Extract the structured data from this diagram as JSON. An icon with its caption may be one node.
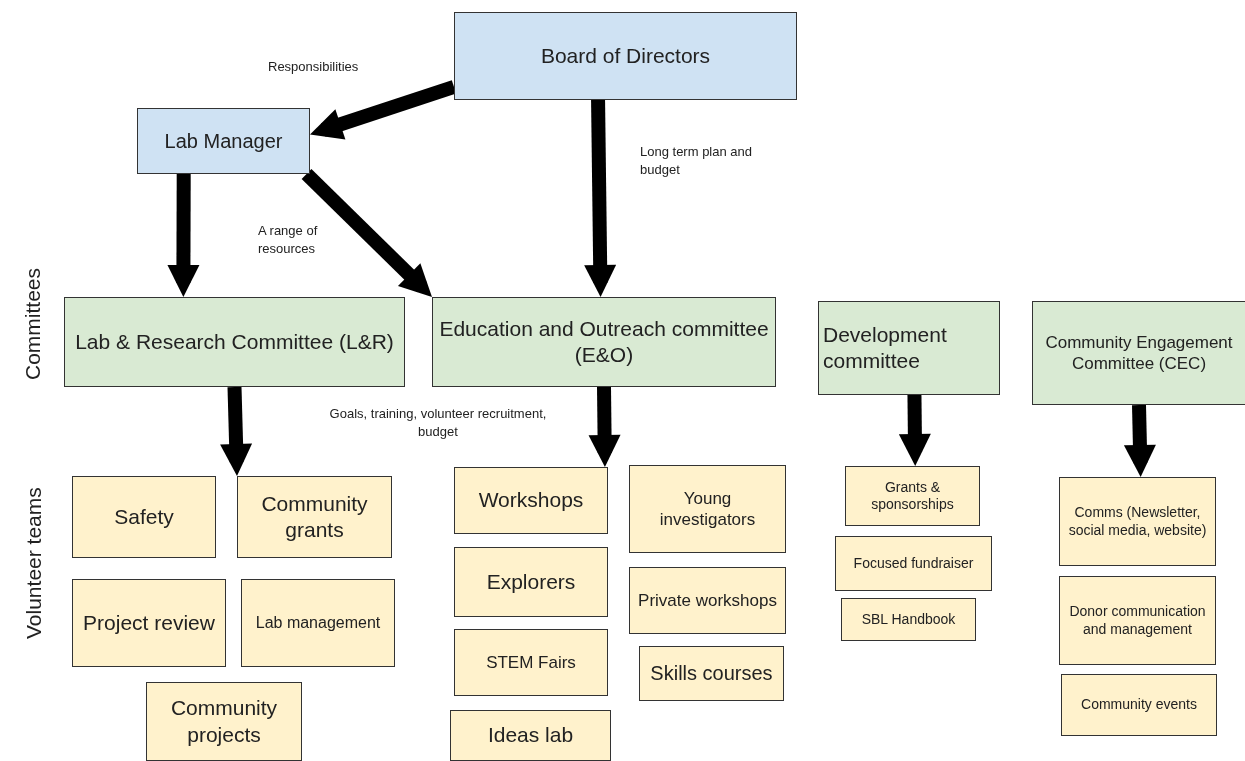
{
  "diagram": {
    "nodes": [
      {
        "text": [
          "Board of Directors"
        ]
      },
      {
        "text": [
          "Lab Manager"
        ]
      },
      {
        "text": [
          "Lab & Research Committee (L&R)"
        ]
      },
      {
        "text": [
          "Education and Outreach committee (E&O)"
        ]
      },
      {
        "text": [
          "Development committee"
        ]
      },
      {
        "text": [
          "Community Engagement Committee (CEC)"
        ]
      },
      {
        "text": [
          "Safety"
        ]
      },
      {
        "text": [
          "Community grants"
        ]
      },
      {
        "text": [
          "Project review"
        ]
      },
      {
        "text": [
          "Lab management"
        ]
      },
      {
        "text": [
          "Community projects"
        ]
      },
      {
        "text": [
          "Workshops"
        ]
      },
      {
        "text": [
          "Young investigators"
        ]
      },
      {
        "text": [
          "Explorers"
        ]
      },
      {
        "text": [
          "Private workshops"
        ]
      },
      {
        "text": [
          "STEM Fairs"
        ]
      },
      {
        "text": [
          "Skills courses"
        ]
      },
      {
        "text": [
          "Ideas lab"
        ]
      },
      {
        "text": [
          "Grants & sponsorships"
        ]
      },
      {
        "text": [
          "Focused fundraiser"
        ]
      },
      {
        "text": [
          "SBL Handbook"
        ]
      },
      {
        "text": [
          "Comms (Newsletter, social media, website)"
        ]
      },
      {
        "text": [
          "Donor communication and management"
        ]
      },
      {
        "text": [
          "Community events"
        ]
      }
    ],
    "edges": [
      {
        "from": 0,
        "to": 1,
        "arrow": "to",
        "label": "Responsibilities"
      },
      {
        "from": 0,
        "to": 3,
        "arrow": "to",
        "label": "Long term plan and budget"
      },
      {
        "from": 1,
        "to": 2,
        "arrow": "to"
      },
      {
        "from": 1,
        "to": 3,
        "arrow": "to"
      },
      {
        "from": 2,
        "to": 7,
        "arrow": "to"
      },
      {
        "from": 3,
        "to": 11,
        "arrow": "to"
      },
      {
        "from": 4,
        "to": 18,
        "arrow": "to"
      },
      {
        "from": 5,
        "to": 21,
        "arrow": "to"
      }
    ],
    "labels": [
      "Committees",
      "A range of resources",
      "Goals, training, volunteer recruitment, budget",
      "Volunteer teams"
    ]
  }
}
